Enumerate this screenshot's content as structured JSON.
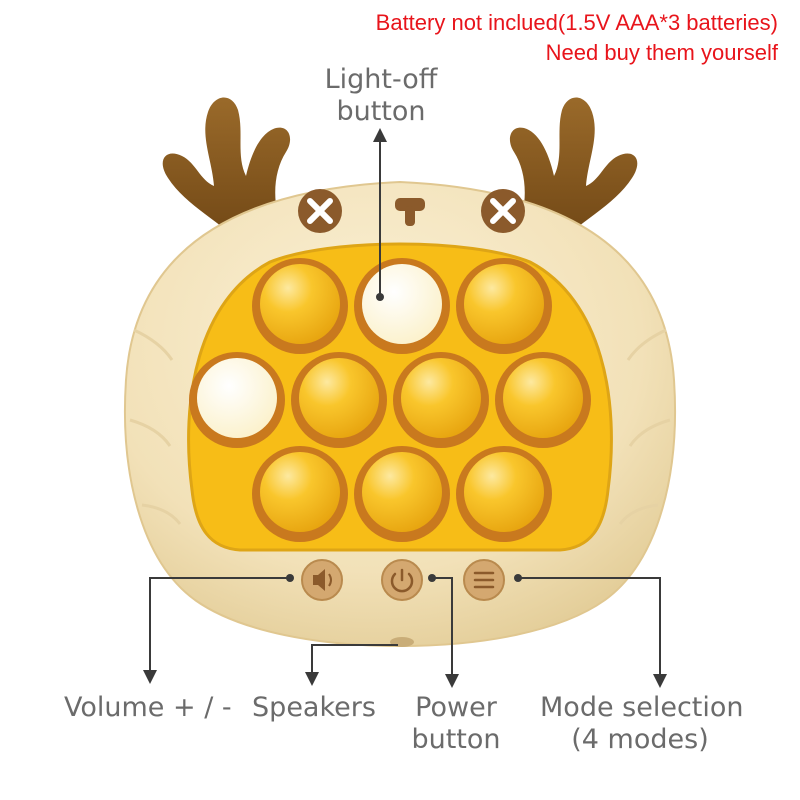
{
  "notice": {
    "line1": "Battery not inclued(1.5V  AAA*3 batteries)",
    "line2": "Need buy them yourself"
  },
  "labels": {
    "light_off": [
      "Light-off",
      "button"
    ],
    "volume": "Volume + / -",
    "speakers": "Speakers",
    "power": [
      "Power",
      "button"
    ],
    "mode": [
      "Mode selection",
      "(4 modes)"
    ]
  },
  "device": {
    "buttons_per_row": [
      3,
      4,
      3
    ],
    "lit_buttons": [
      [
        0,
        1
      ],
      [
        1,
        0
      ]
    ],
    "control_icons": [
      "speaker-icon",
      "power-icon",
      "menu-icon"
    ],
    "colors": {
      "shell": "#f4e4bf",
      "antler": "#8a5a1f",
      "panel": "#f7bd17",
      "ring": "#c9791e",
      "bubble": "#f9c62c",
      "lit": "#fffbe8",
      "eye": "#8b5a2b",
      "control": "#d4a870",
      "notice": "#e8141b",
      "label": "#6b6b6b"
    }
  }
}
